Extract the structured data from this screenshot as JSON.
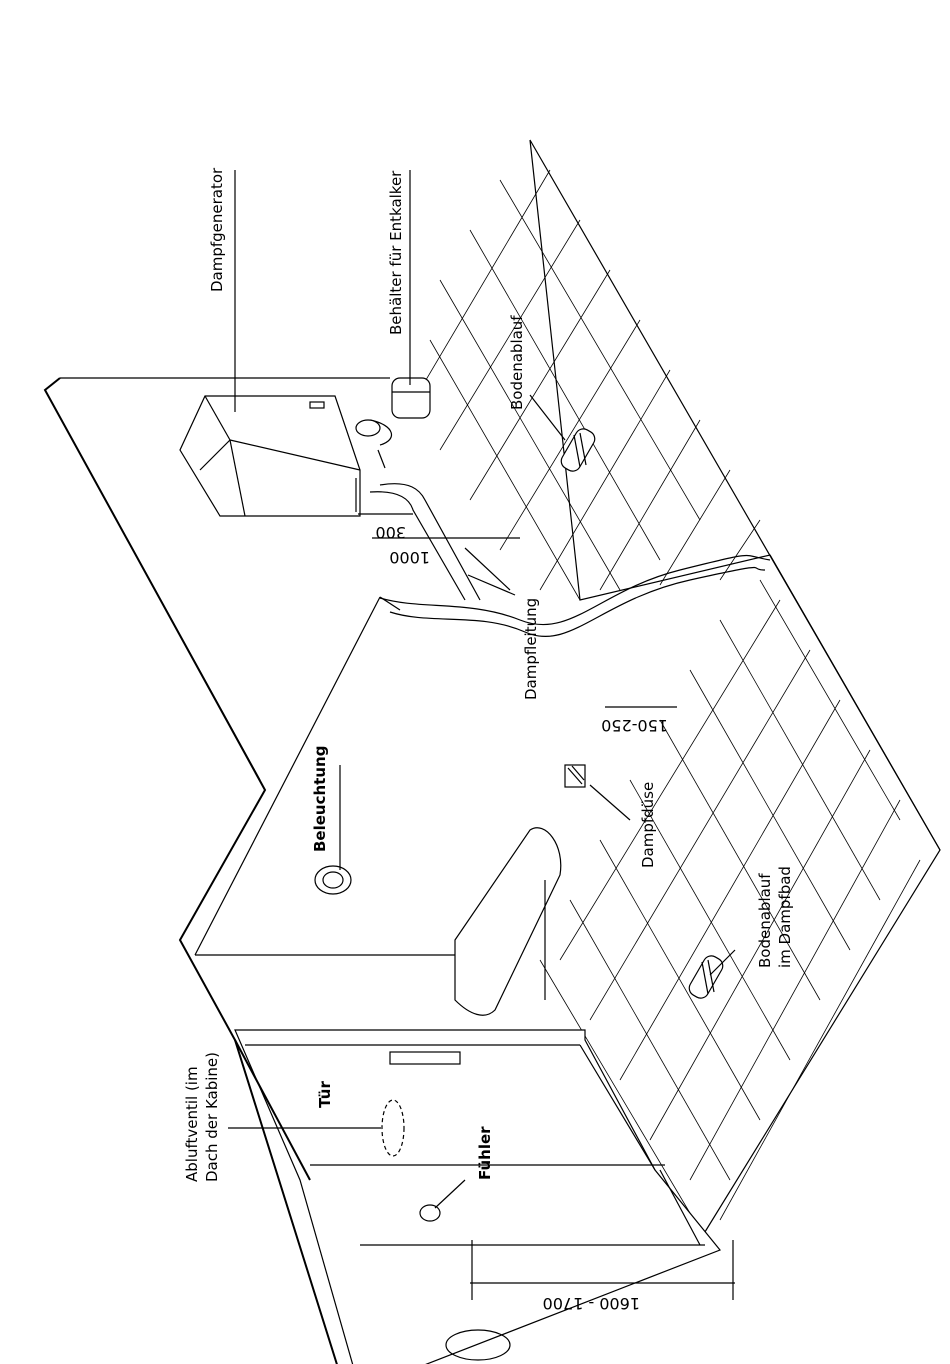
{
  "labels": {
    "dampfgenerator": "Dampfgenerator",
    "behaelter": "Behälter für Entkalker",
    "bodenablauf": "Bodenablauf",
    "dampfleitung": "Dampfleitung",
    "beleuchtung": "Beleuchtung",
    "dampfduese": "Dampfdüse",
    "bodenablauf_dampfbad_1": "Bodenablauf",
    "bodenablauf_dampfbad_2": "im Dampfbad",
    "abluftventil_1": "Abluftventil (im",
    "abluftventil_2": "Dach der Kabine)",
    "tuer": "Tür",
    "fuehler": "Fühler"
  },
  "dimensions": {
    "d300": "300",
    "d1000": "1000",
    "d150_250": "150-250",
    "d1600_1700": "1600 - 1700"
  }
}
